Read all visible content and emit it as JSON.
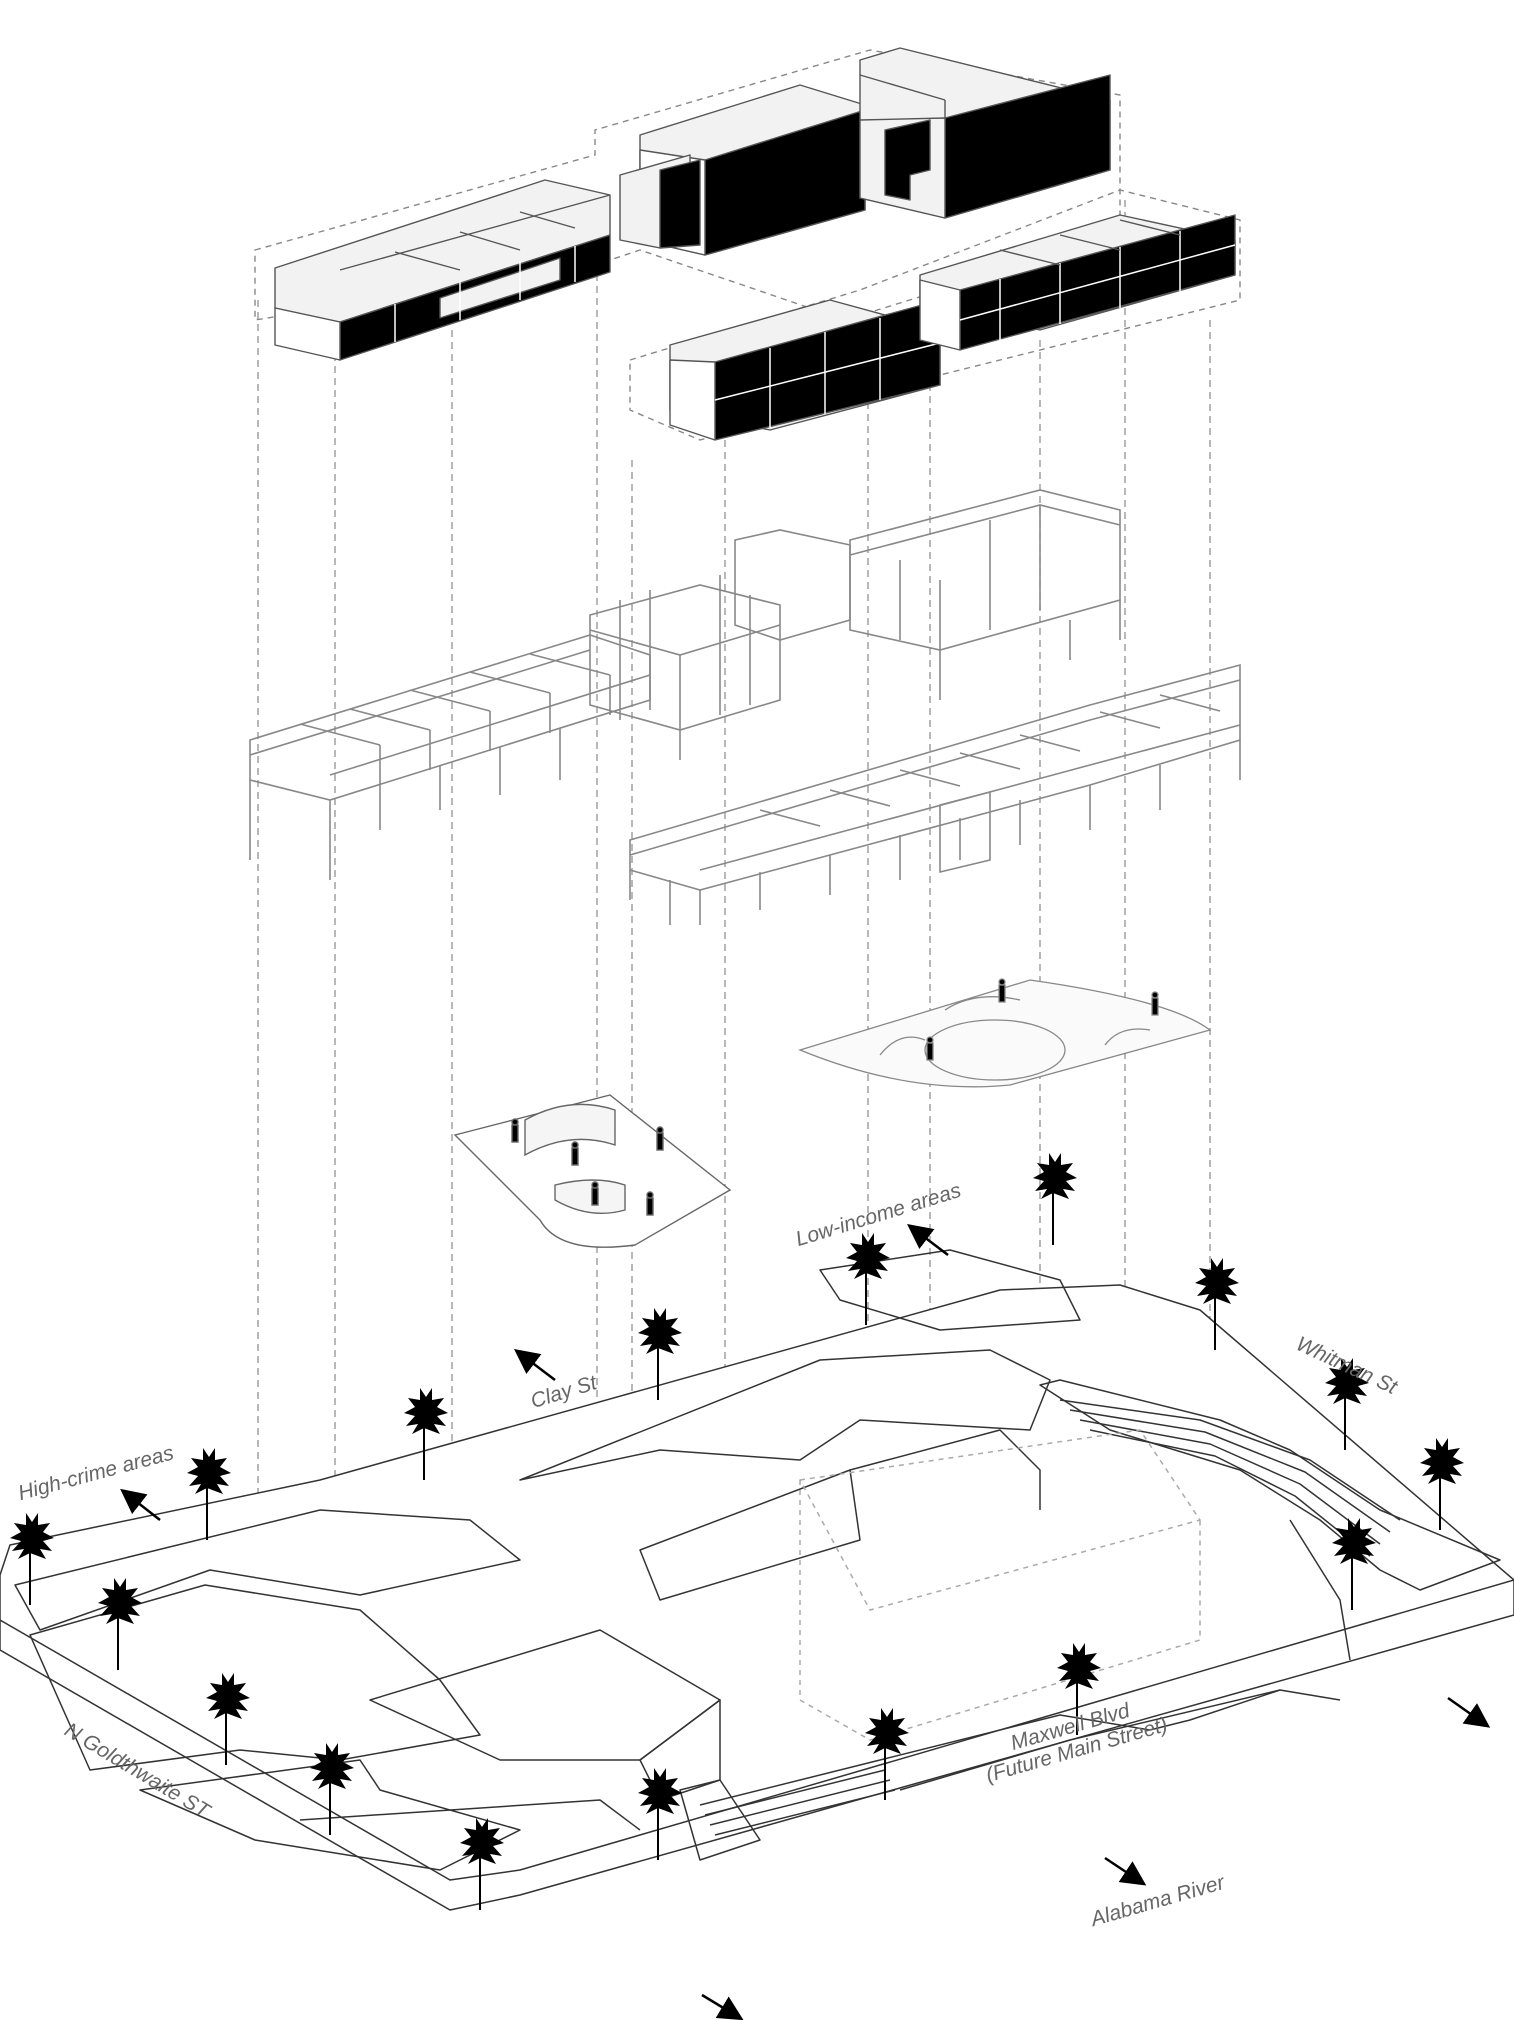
{
  "labels": {
    "high_crime": "High-crime areas",
    "clay_st": "Clay St",
    "low_income": "Low-income areas",
    "whitman_st": "Whitman St",
    "goldthwaite": "N Goldthwaite ST",
    "maxwell_line1": "Maxwell Blvd",
    "maxwell_line2": "(Future Main Street)",
    "alabama_river": "Alabama River"
  },
  "colors": {
    "ink": "#000000",
    "line": "#555555",
    "label": "#666666",
    "face_light": "#f2f2f2",
    "face_dark": "#000000"
  },
  "icons": {
    "tree": "tree-icon",
    "person": "person-icon",
    "direction_arrow": "arrow-icon"
  }
}
